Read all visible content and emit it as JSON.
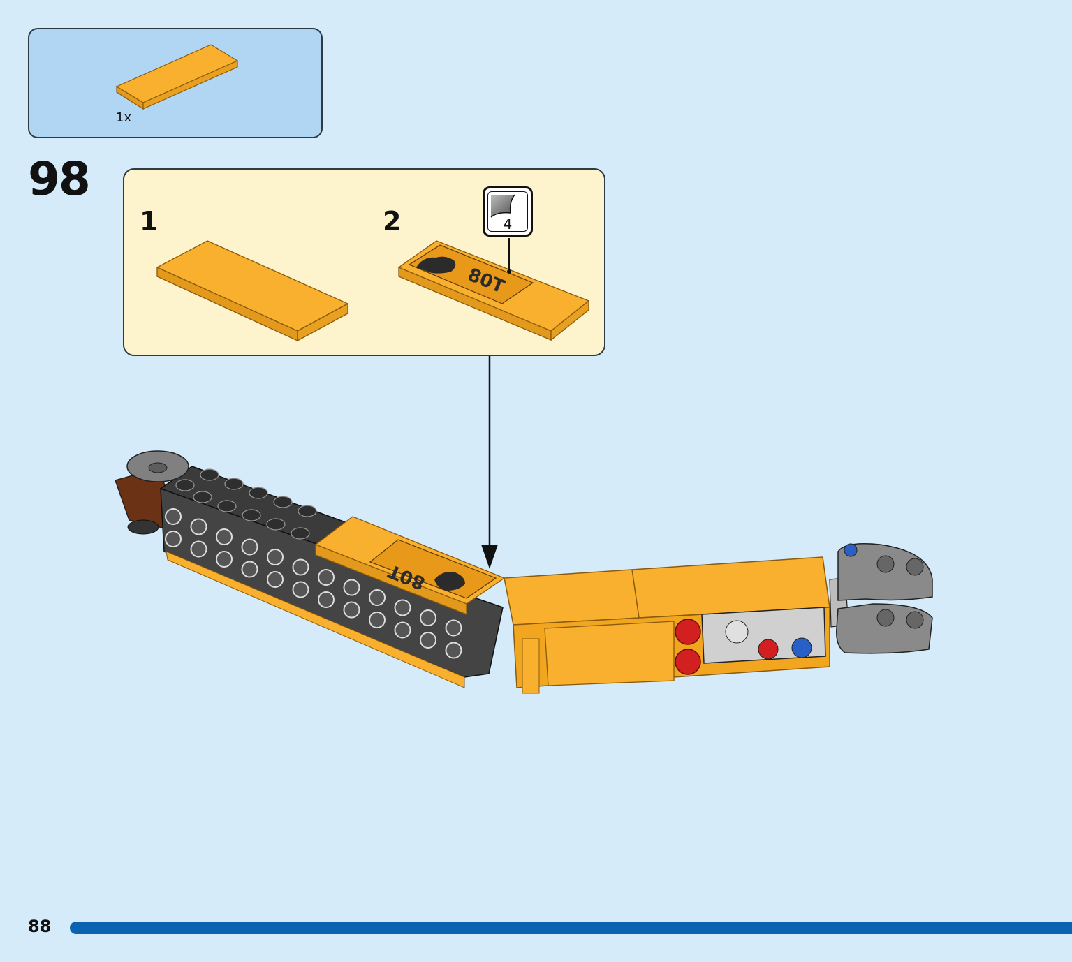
{
  "parts_needed": {
    "items": [
      {
        "part": "orange-tile-1x6",
        "quantity": "1x"
      }
    ]
  },
  "step": {
    "number": "98"
  },
  "sub_assembly": {
    "steps": [
      {
        "label": "1"
      },
      {
        "label": "2"
      }
    ],
    "sticker": {
      "number": "4",
      "text": "80T"
    }
  },
  "model": {
    "sticker_text": "80T"
  },
  "footer": {
    "page_number": "88"
  },
  "colors": {
    "background": "#d5ebfa",
    "parts_panel": "#b0d6f3",
    "sub_panel": "#fdf3cd",
    "orange_part": "#f8b02e",
    "progress_bar": "#0a62b0"
  }
}
